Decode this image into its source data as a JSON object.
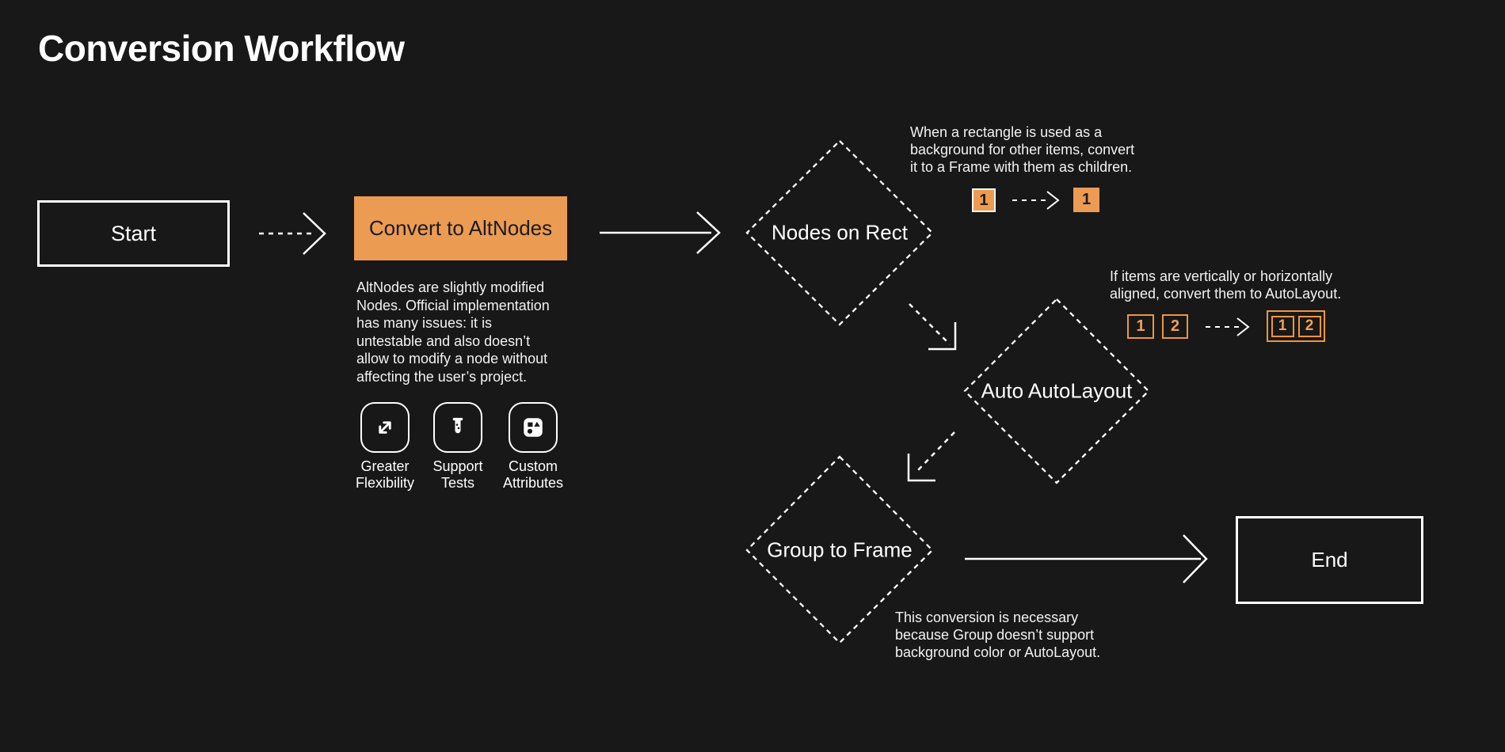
{
  "title": "Conversion Workflow",
  "colors": {
    "background": "#181818",
    "accent_orange": "#EC9B53",
    "accent_orange_border": "#F0953F",
    "white": "#FFFFFF",
    "dark_text": "#1B1B1B"
  },
  "flow": {
    "start": "Start",
    "convert": "Convert to AltNodes",
    "nodes_on_rect": "Nodes on Rect",
    "auto_autolayout": "Auto AutoLayout",
    "group_to_frame": "Group to Frame",
    "end": "End"
  },
  "convert_note": "AltNodes are slightly modified\nNodes. Official implementation\nhas many issues: it is\nuntestable and also doesn’t\nallow to modify a node without\naffecting the user’s project.",
  "features": [
    {
      "icon": "expand-arrows-icon",
      "label": "Greater\nFlexibility"
    },
    {
      "icon": "test-tube-icon",
      "label": "Support\nTests"
    },
    {
      "icon": "shapes-icon",
      "label": "Custom\nAttributes"
    }
  ],
  "annotations": {
    "rect_to_frame": {
      "text": "When a rectangle is used as a\nbackground for other items, convert\nit to a Frame with them as children.",
      "before_items": [
        "1"
      ],
      "after_items": [
        "1"
      ]
    },
    "autolayout": {
      "text": "If items are vertically or horizontally\naligned, convert them to AutoLayout.",
      "before_items": [
        "1",
        "2"
      ],
      "after_items": [
        "1",
        "2"
      ]
    },
    "group_to_frame": {
      "text": "This conversion is necessary\nbecause Group doesn’t support\nbackground color or AutoLayout."
    }
  }
}
